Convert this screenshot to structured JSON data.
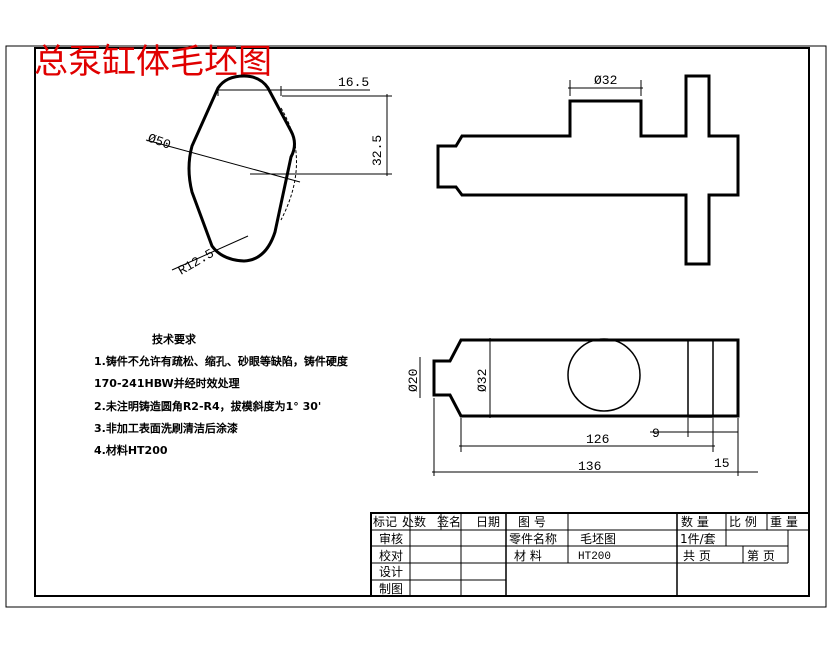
{
  "title": "总泵缸体毛坯图",
  "dimensions": {
    "d_16_5": "16.5",
    "d_phi50": "Ø50",
    "d_32_5": "32.5",
    "d_r12_5": "R12.5",
    "d_phi32_top": "Ø32",
    "d_phi20": "Ø20",
    "d_phi32_side": "Ø32",
    "d_126": "126",
    "d_9": "9",
    "d_15": "15",
    "d_136": "136"
  },
  "notes": {
    "heading": "技术要求",
    "line1": "1.铸件不允许有疏松、缩孔、砂眼等缺陷，铸件硬度",
    "line2": "170-241HBW并经时效处理",
    "line3": "2.未注明铸造圆角R2-R4，拔模斜度为1° 30'",
    "line4": "3.非加工表面洗刷清洁后涂漆",
    "line5": "4.材料HT200"
  },
  "title_block": {
    "h_biaoji": "标记",
    "h_chushu": "处数",
    "h_qianming": "签名",
    "h_riqi": "日期",
    "h_tuhao": "图  号",
    "h_shuliang": "数  量",
    "h_bili": "比  例",
    "h_zhongliang": "重  量",
    "l_shenhe": "审核",
    "h_part_name": "零件名称",
    "v_part_name": "毛坯图",
    "v_quantity": "1件/套",
    "l_jiaodui": "校对",
    "h_material": "材  料",
    "v_material": "HT200",
    "l_gong": "共  页",
    "l_di": "第  页",
    "l_sheji": "设计",
    "l_zhitu": "制图"
  }
}
